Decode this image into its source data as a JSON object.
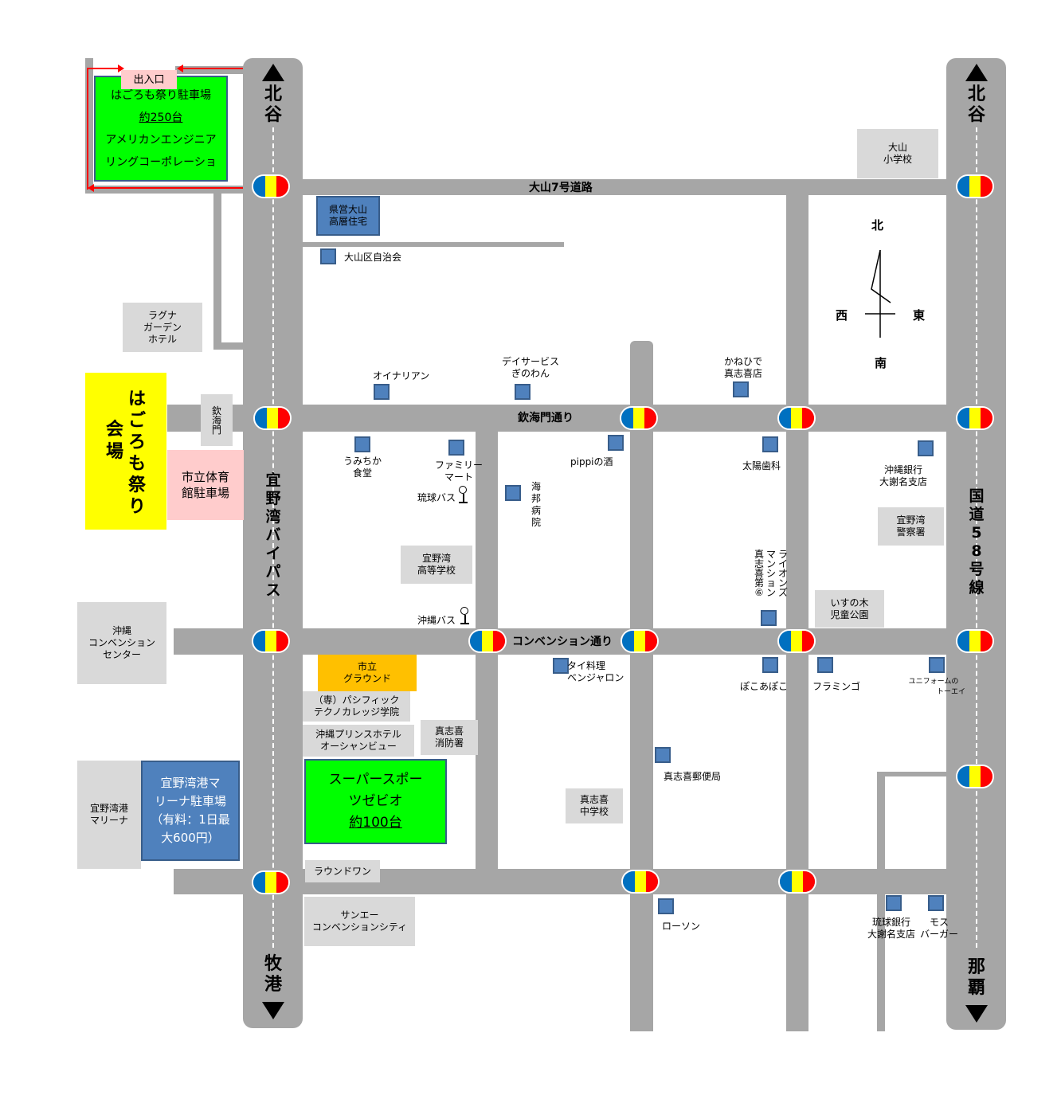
{
  "roads": {
    "oyama7": "大山7号道路",
    "ginowan_bypass": "宜野湾バイパス",
    "kinkaimon": "欽海門通り",
    "convention": "コンベンション通り",
    "route58": "国道58号線"
  },
  "directions": {
    "left_top": "北谷",
    "left_bottom": "牧港",
    "right_top": "北谷",
    "right_bottom": "那覇"
  },
  "compass": {
    "north": "北",
    "south": "南",
    "east": "東",
    "west": "西"
  },
  "parking": {
    "entrance": "出入口",
    "hagoromo_lot": [
      "はごろも祭り駐車場",
      "約250台",
      "アメリカンエンジニア",
      "リングコーポレーショ"
    ],
    "venue": "はごろも祭り会場",
    "venue_col1": "会場",
    "venue_col2": "はごろも祭り",
    "gym_lot": [
      "市立体育",
      "館駐車場"
    ],
    "zebio": [
      "スーパースポー",
      "ツゼビオ",
      "約100台"
    ],
    "marina_lot": [
      "宜野湾港マ",
      "リーナ駐車場",
      "（有料：1日最",
      "大600円）"
    ],
    "ground": [
      "市立",
      "グラウンド"
    ]
  },
  "landmarks": {
    "oyama_school": [
      "大山",
      "小学校"
    ],
    "kenei": [
      "県営大山",
      "高層住宅"
    ],
    "jichikai": "大山区自治会",
    "laguna": [
      "ラグナ",
      "ガーデン",
      "ホテル"
    ],
    "kinkaimon_gate": "欽海門",
    "oinarian": "オイナリアン",
    "day_service": [
      "デイサービス",
      "ぎのわん"
    ],
    "kanehide": [
      "かねひで",
      "真志喜店"
    ],
    "umichika": [
      "うみちか",
      "食堂"
    ],
    "familymart": [
      "ファミリー",
      "マート"
    ],
    "ryukyu_bus": "琉球バス",
    "kaiho": "海邦病院",
    "pippi": "pippiの酒",
    "taiyo": "太陽歯科",
    "okinawa_bank": [
      "沖縄銀行",
      "大謝名支店"
    ],
    "police": [
      "宜野湾",
      "警察署"
    ],
    "ginowan_high": [
      "宜野湾",
      "高等学校"
    ],
    "mansion": [
      "ラ",
      "イ",
      "オ",
      "ン",
      "ズ"
    ],
    "mansion2": [
      "マ",
      "ン",
      "シ",
      "ョ",
      "ン"
    ],
    "mansion3": [
      "真",
      "志",
      "喜",
      "第",
      "⑥"
    ],
    "isunoki": [
      "いすの木",
      "児童公園"
    ],
    "okinawa_bus": "沖縄バス",
    "convention_center": [
      "沖縄",
      "コンベンション",
      "センター"
    ],
    "thai": [
      "タイ料理",
      "ベンジャロン"
    ],
    "pokoapoko": "ぽこあぽこ",
    "flamingo": "フラミンゴ",
    "uniform": [
      "ユニフォームの",
      "トーエイ"
    ],
    "pacific": [
      "（専）パシフィック",
      "テクノカレッジ学院"
    ],
    "prince": [
      "沖縄プリンスホテル",
      "オーシャンビュー"
    ],
    "fire": [
      "真志喜",
      "消防署"
    ],
    "post": "真志喜郵便局",
    "mashiki_jhs": [
      "真志喜",
      "中学校"
    ],
    "marina": [
      "宜野湾港",
      "マリーナ"
    ],
    "round1": "ラウンドワン",
    "sanei": [
      "サンエー",
      "コンベンションシティ"
    ],
    "lawson": "ローソン",
    "ryukyu_bank": [
      "琉球銀行",
      "大謝名支店"
    ],
    "mos": [
      "モス",
      "バーガー"
    ]
  },
  "colors": {
    "road": "#a6a6a6",
    "parking_green": "#00ff00",
    "venue_yellow": "#ffff00",
    "gym_pink": "#ffcccc",
    "ground_orange": "#ffc000",
    "building_blue": "#4f81bd",
    "route_red": "#ff0000"
  }
}
